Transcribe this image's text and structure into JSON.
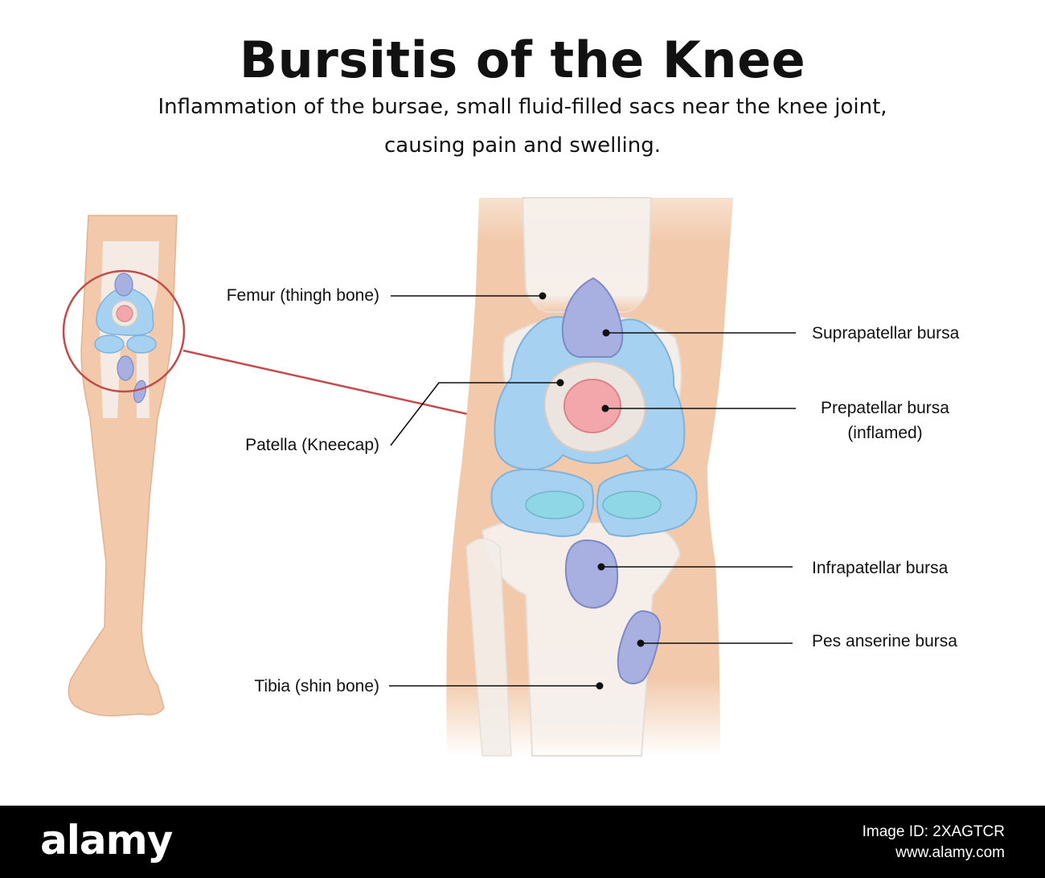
{
  "header": {
    "title": "Bursitis of the Knee",
    "subtitle_line1": "Inflammation of the bursae, small fluid-filled sacs near the knee joint,",
    "subtitle_line2": "causing pain and swelling."
  },
  "labels": {
    "femur": "Femur (thingh bone)",
    "patella": "Patella (Kneecap)",
    "tibia": "Tibia (shin bone)",
    "suprapatellar": "Suprapatellar bursa",
    "prepatellar_line1": "Prepatellar bursa",
    "prepatellar_line2": "(inflamed)",
    "infrapatellar": "Infrapatellar bursa",
    "pes_anserine": "Pes anserine bursa"
  },
  "footer": {
    "brand": "alamy",
    "image_id": "Image ID: 2XAGTCR",
    "site": "www.alamy.com"
  },
  "colors": {
    "skin": "#f2c9aa",
    "bone": "#f1ece8",
    "cartilage": "#a6d1f0",
    "bursa": "#a7b0e0",
    "inflamed": "#f4a7aa",
    "callout": "#c44b4b"
  }
}
